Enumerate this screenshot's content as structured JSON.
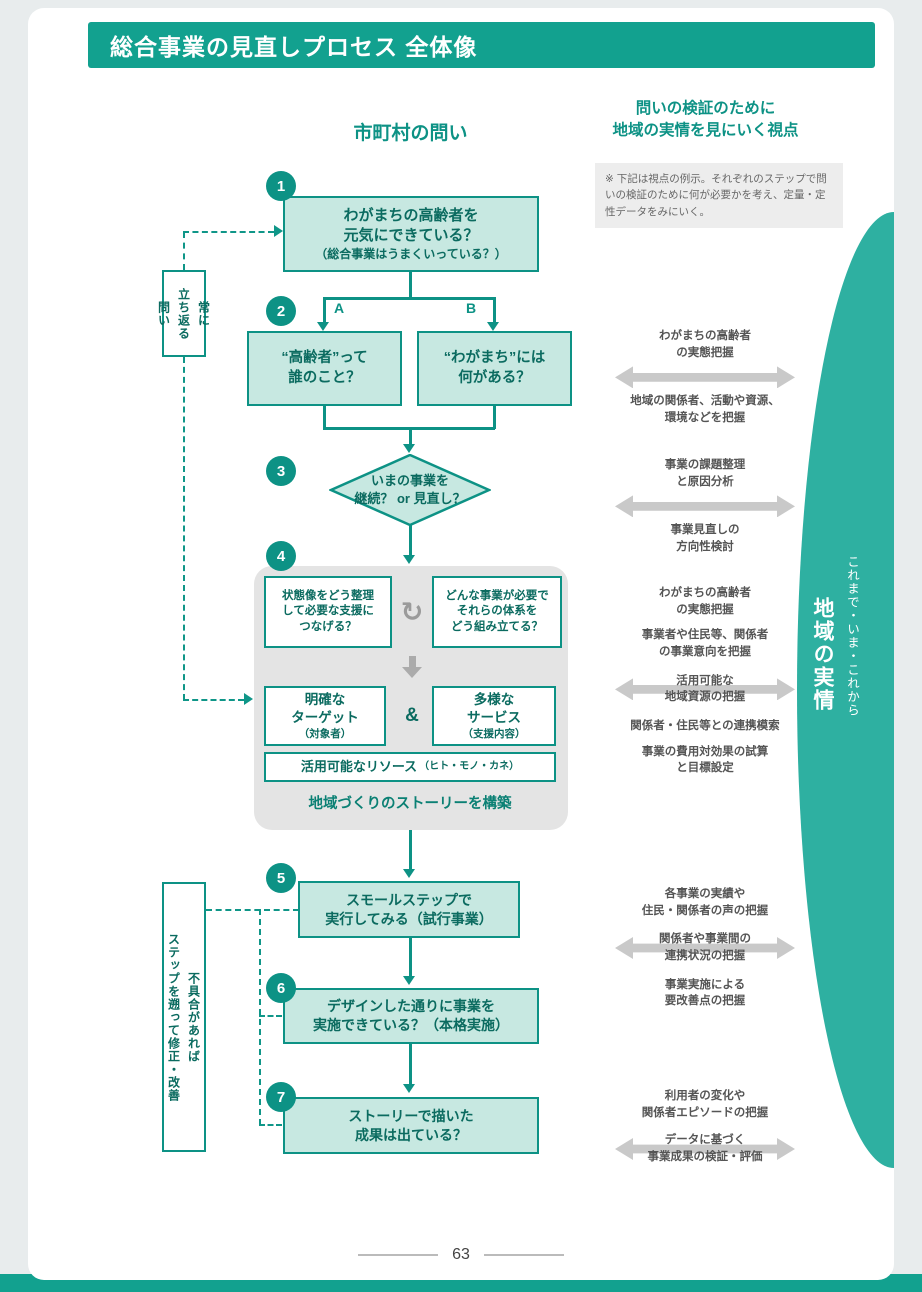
{
  "colors": {
    "teal": "#12a18f",
    "teal_dark": "#0d9285",
    "teal_text": "#0b6b60",
    "box_fill": "#c7e8e1",
    "ribbon": "#2eb0a1",
    "gray_panel": "#e4e4e4",
    "gray_arrow": "#c9c9c9",
    "note_bg": "#ededed"
  },
  "icons": {
    "cycle_arrows": "↻"
  },
  "header": {
    "title": "総合事業の見直しプロセス 全体像"
  },
  "columns": {
    "left_title": "市町村の問い",
    "right_title_line1": "問いの検証のために",
    "right_title_line2": "地域の実情を見にいく視点",
    "note": "※ 下記は視点の例示。それぞれのステップで問いの検証のために何が必要かを考え、定量・定性データをみにいく。"
  },
  "flow": {
    "step1": {
      "num": "1",
      "line1": "わがまちの高齢者を",
      "line2": "元気にできている？",
      "sub": "（総合事業はうまくいっている？）"
    },
    "branch": {
      "a": "A",
      "b": "B"
    },
    "step2": {
      "num": "2",
      "box_a_line1": "“高齢者”って",
      "box_a_line2": "誰のこと？",
      "box_b_line1": "“わがまち”には",
      "box_b_line2": "何がある？"
    },
    "step3": {
      "num": "3",
      "line1": "いまの事業を",
      "line2": "継続？ or 見直し？"
    },
    "step4": {
      "num": "4",
      "left_line1": "状態像をどう整理",
      "left_line2": "して必要な支援に",
      "left_line3": "つなげる？",
      "right_line1": "どんな事業が必要で",
      "right_line2": "それらの体系を",
      "right_line3": "どう組み立てる？",
      "target_line1": "明確な",
      "target_line2": "ターゲット",
      "target_sub": "（対象者）",
      "amp": "&",
      "service_line1": "多様な",
      "service_line2": "サービス",
      "service_sub": "（支援内容）",
      "resource_main": "活用可能なリソース",
      "resource_sub": "（ヒト・モノ・カネ）",
      "caption": "地域づくりのストーリーを構築"
    },
    "step5": {
      "num": "5",
      "line1": "スモールステップで",
      "line2": "実行してみる（試行事業）"
    },
    "step6": {
      "num": "6",
      "line1": "デザインした通りに事業を",
      "line2": "実施できている？（本格実施）"
    },
    "step7": {
      "num": "7",
      "line1": "ストーリーで描いた",
      "line2": "成果は出ている？"
    },
    "loop_note": {
      "line1": "常に",
      "line2": "立ち返る",
      "line3": "問い"
    },
    "feedback_note": {
      "line1": "不具合があれば",
      "line2": "ステップを遡って修正・改善"
    }
  },
  "viewpoints": {
    "group1": {
      "item1": [
        "わがまちの高齢者",
        "の実態把握"
      ],
      "item2": [
        "地域の関係者、活動や資源、",
        "環境などを把握"
      ]
    },
    "group2": {
      "item1": [
        "事業の課題整理",
        "と原因分析"
      ],
      "item2": [
        "事業見直しの",
        "方向性検討"
      ]
    },
    "group3": {
      "item1": [
        "わがまちの高齢者",
        "の実態把握"
      ],
      "item2": [
        "事業者や住民等、関係者",
        "の事業意向を把握"
      ],
      "item3": [
        "活用可能な",
        "地域資源の把握"
      ],
      "item4": [
        "関係者・住民等との連携模索"
      ],
      "item5": [
        "事業の費用対効果の試算",
        "と目標設定"
      ]
    },
    "group4": {
      "item1": [
        "各事業の実績や",
        "住民・関係者の声の把握"
      ],
      "item2": [
        "関係者や事業間の",
        "連携状況の把握"
      ],
      "item3": [
        "事業実施による",
        "要改善点の把握"
      ]
    },
    "group5": {
      "item1": [
        "利用者の変化や",
        "関係者エピソードの把握"
      ],
      "item2": [
        "データに基づく",
        "事業成果の検証・評価"
      ]
    }
  },
  "ribbon": {
    "small_label": "これまで・いま・これから",
    "large_label": "地域の実情"
  },
  "footer": {
    "page_number": "63"
  }
}
